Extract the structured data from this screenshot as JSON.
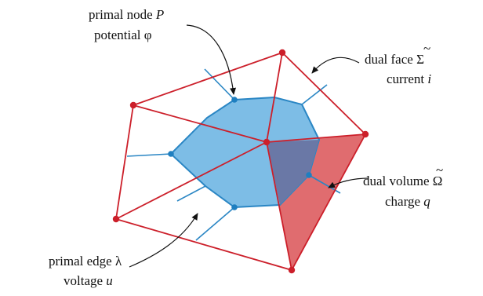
{
  "labels": {
    "primal_node": {
      "line1": "primal node ",
      "var1": "P",
      "line2": "potential φ"
    },
    "dual_face": {
      "line1": "dual face ",
      "sym1": "Σ",
      "tilde": "~",
      "line2": "current ",
      "var2": "i"
    },
    "dual_volume": {
      "line1": "dual volume ",
      "sym1": "Ω",
      "tilde": "~",
      "line2": "charge ",
      "var2": "q"
    },
    "primal_edge": {
      "line1": "primal edge λ",
      "line2": "voltage ",
      "var2": "u"
    }
  },
  "colors": {
    "primal": "#cc1f2a",
    "dual_fill": "#7dbde6",
    "dual_stroke": "#2a86c4",
    "dual_node": "#1f7fc0",
    "volume_fill": "#e06c6f",
    "overlap_fill": "#6a78a6",
    "arrow": "#111111"
  }
}
